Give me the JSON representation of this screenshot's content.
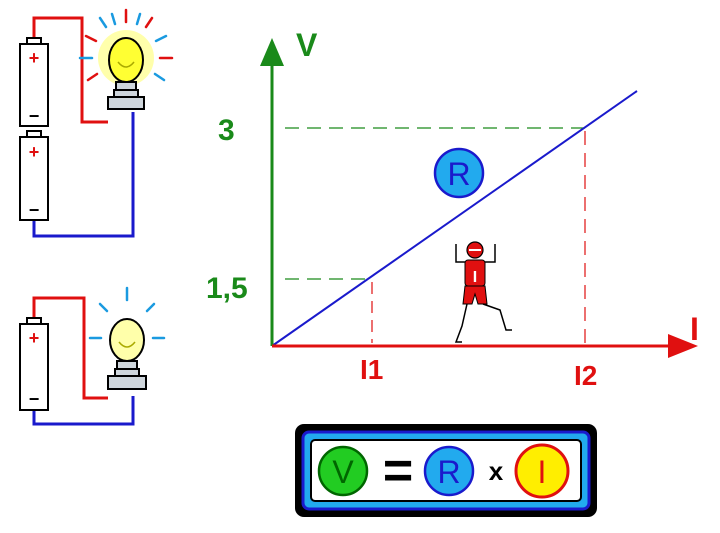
{
  "diagram": {
    "y_axis_label": "V",
    "x_axis_label": "I",
    "y_tick_high": "3",
    "y_tick_low": "1,5",
    "x_tick_1": "I1",
    "x_tick_2": "I2",
    "resistance_label": "R",
    "runner_label": "I"
  },
  "battery": {
    "plus_sign": "+",
    "minus_sign": "−"
  },
  "formula": {
    "v_label": "V",
    "equals": "=",
    "r_label": "R",
    "times": "x",
    "i_label": "I"
  },
  "colors": {
    "voltage": "#1a8a1a",
    "current": "#e01010",
    "resistance": "#1a1acc",
    "bulb_glow": "#ffff33",
    "wire_red": "#e01010",
    "wire_blue": "#1a1acc"
  }
}
